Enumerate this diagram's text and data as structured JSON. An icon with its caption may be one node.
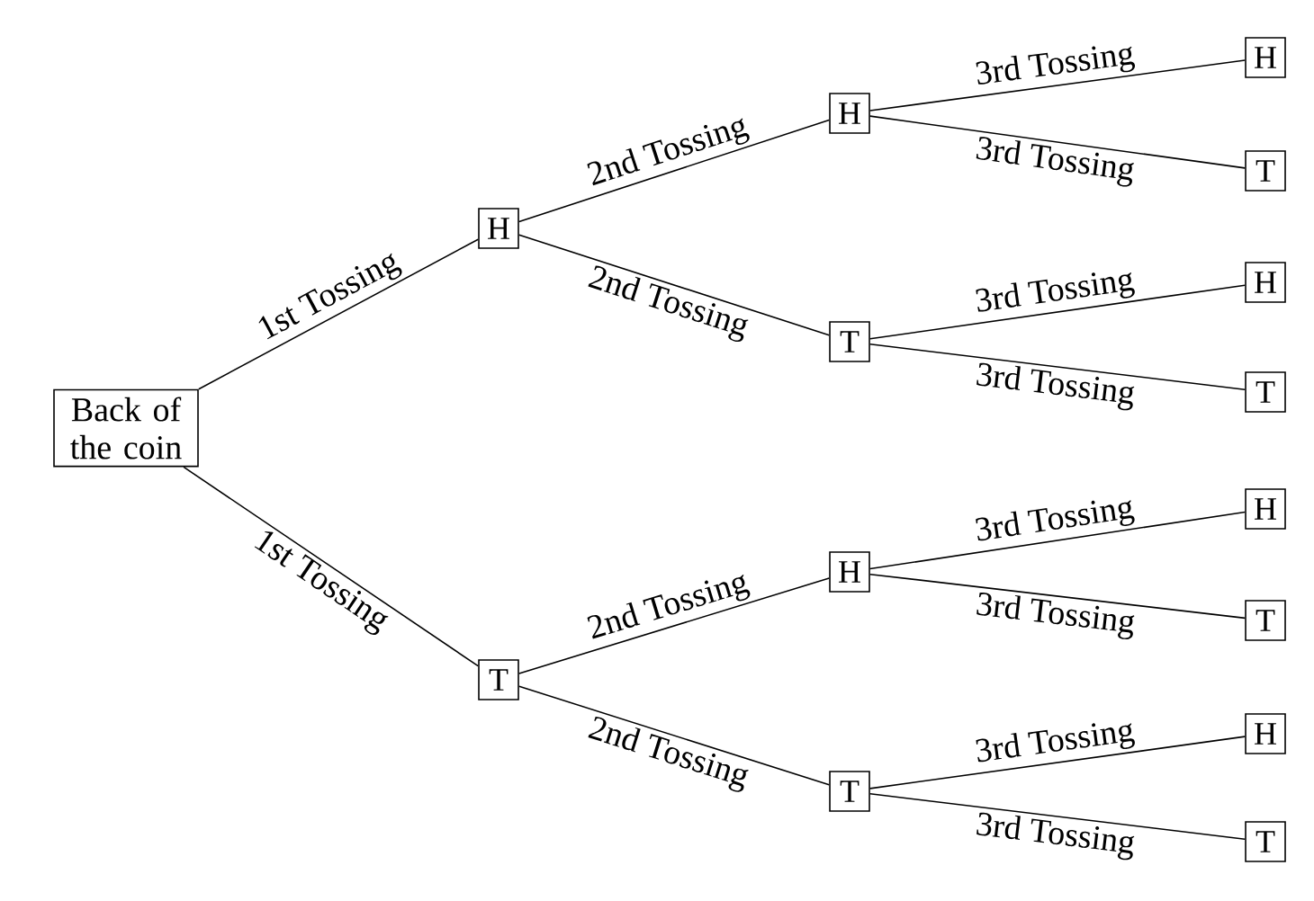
{
  "diagram": {
    "nodes": [
      {
        "text": [
          "Back of the coin"
        ]
      },
      {
        "text": [
          "H"
        ]
      },
      {
        "text": [
          "T"
        ]
      },
      {
        "text": [
          "H"
        ]
      },
      {
        "text": [
          "T"
        ]
      },
      {
        "text": [
          "H"
        ]
      },
      {
        "text": [
          "T"
        ]
      },
      {
        "text": [
          "H"
        ]
      },
      {
        "text": [
          "T"
        ]
      },
      {
        "text": [
          "H"
        ]
      },
      {
        "text": [
          "T"
        ]
      },
      {
        "text": [
          "H"
        ]
      },
      {
        "text": [
          "T"
        ]
      },
      {
        "text": [
          "H"
        ]
      },
      {
        "text": [
          "T"
        ]
      }
    ],
    "edges": [
      {
        "from": 0,
        "to": 1,
        "arrow": "none",
        "label": "1st Tossing"
      },
      {
        "from": 0,
        "to": 2,
        "arrow": "none",
        "label": "1st Tossing"
      },
      {
        "from": 1,
        "to": 3,
        "arrow": "none",
        "label": "2nd Tossing"
      },
      {
        "from": 1,
        "to": 4,
        "arrow": "none",
        "label": "2nd Tossing"
      },
      {
        "from": 2,
        "to": 5,
        "arrow": "none",
        "label": "2nd Tossing"
      },
      {
        "from": 2,
        "to": 6,
        "arrow": "none",
        "label": "2nd Tossing"
      },
      {
        "from": 3,
        "to": 7,
        "arrow": "none",
        "label": "3rd Tossing"
      },
      {
        "from": 3,
        "to": 8,
        "arrow": "none",
        "label": "3rd Tossing"
      },
      {
        "from": 4,
        "to": 9,
        "arrow": "none",
        "label": "3rd Tossing"
      },
      {
        "from": 4,
        "to": 10,
        "arrow": "none",
        "label": "3rd Tossing"
      },
      {
        "from": 5,
        "to": 11,
        "arrow": "none",
        "label": "3rd Tossing"
      },
      {
        "from": 5,
        "to": 12,
        "arrow": "none",
        "label": "3rd Tossing"
      },
      {
        "from": 6,
        "to": 13,
        "arrow": "none",
        "label": "3rd Tossing"
      },
      {
        "from": 6,
        "to": 14,
        "arrow": "none",
        "label": "3rd Tossing"
      }
    ]
  }
}
